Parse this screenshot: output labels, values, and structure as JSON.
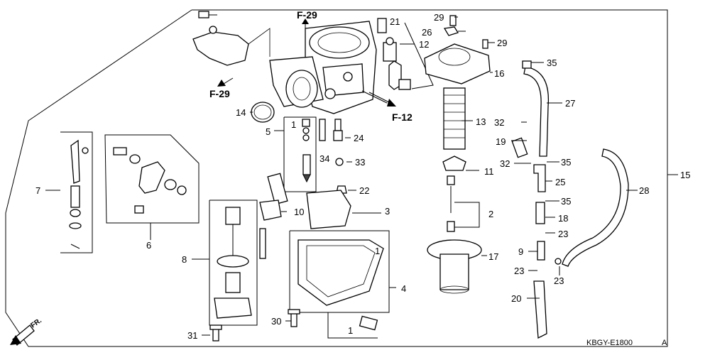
{
  "diagram": {
    "frame_code": "KBGY-E1800",
    "revision_mark": "A",
    "front_label": "FR.",
    "refs": {
      "f29_top": "F-29",
      "f29_left": "F-29",
      "f12": "F-12"
    },
    "callouts": {
      "n1_float_pin": "1",
      "n1_chamber": "1",
      "n1_bottom": "1",
      "n2": "2",
      "n3": "3",
      "n4": "4",
      "n5": "5",
      "n6": "6",
      "n7": "7",
      "n8": "8",
      "n9": "9",
      "n10": "10",
      "n11": "11",
      "n12": "12",
      "n13": "13",
      "n14": "14",
      "n15": "15",
      "n16": "16",
      "n17": "17",
      "n18": "18",
      "n19": "19",
      "n20": "20",
      "n21": "21",
      "n22": "22",
      "n23_a": "23",
      "n23_b": "23",
      "n23_c": "23",
      "n24": "24",
      "n25": "25",
      "n26": "26",
      "n27": "27",
      "n28": "28",
      "n29_a": "29",
      "n29_b": "29",
      "n30": "30",
      "n31": "31",
      "n32_a": "32",
      "n32_b": "32",
      "n33": "33",
      "n34": "34",
      "n35_a": "35",
      "n35_b": "35",
      "n35_c": "35"
    }
  }
}
